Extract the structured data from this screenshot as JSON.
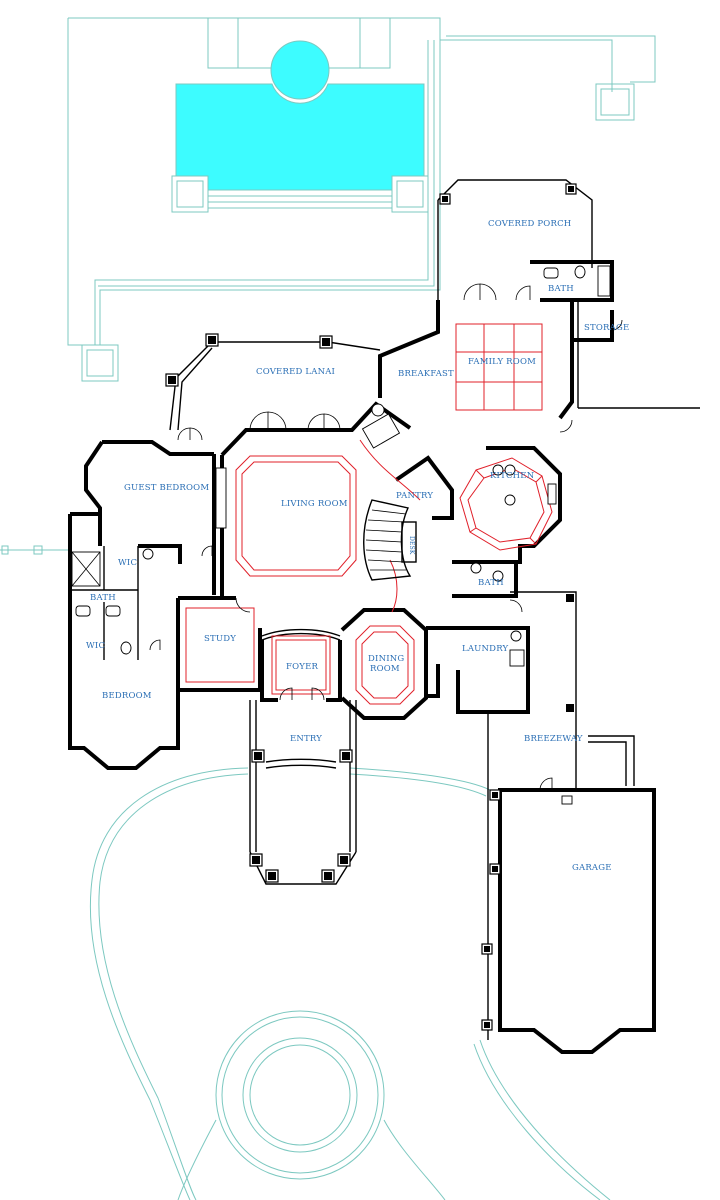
{
  "plan": {
    "colors": {
      "wall": "#000000",
      "site_outline": "#7cc8c0",
      "pool_water": "#3dfcff",
      "ceiling_detail": "#e0202a",
      "label_text": "#2b6fb5"
    },
    "rooms": {
      "covered_porch": "COVERED PORCH",
      "bath_upper": "BATH",
      "storage": "STORAGE",
      "family_room": "FAMILY ROOM",
      "breakfast": "BREAKFAST",
      "covered_lanai": "COVERED LANAI",
      "guest_bedroom": "GUEST BEDROOM",
      "living_room": "LIVING ROOM",
      "pantry": "PANTRY",
      "kitchen": "KITCHEN",
      "desk": "DESK",
      "wic_upper": "WIC",
      "bath_left": "BATH",
      "wic_lower": "WIC",
      "bath_center": "BATH",
      "study": "STUDY",
      "foyer": "FOYER",
      "dining_room_1": "DINING",
      "dining_room_2": "ROOM",
      "laundry": "LAUNDRY",
      "bedroom": "BEDROOM",
      "entry": "ENTRY",
      "breezeway": "BREEZEWAY",
      "garage": "GARAGE"
    }
  }
}
